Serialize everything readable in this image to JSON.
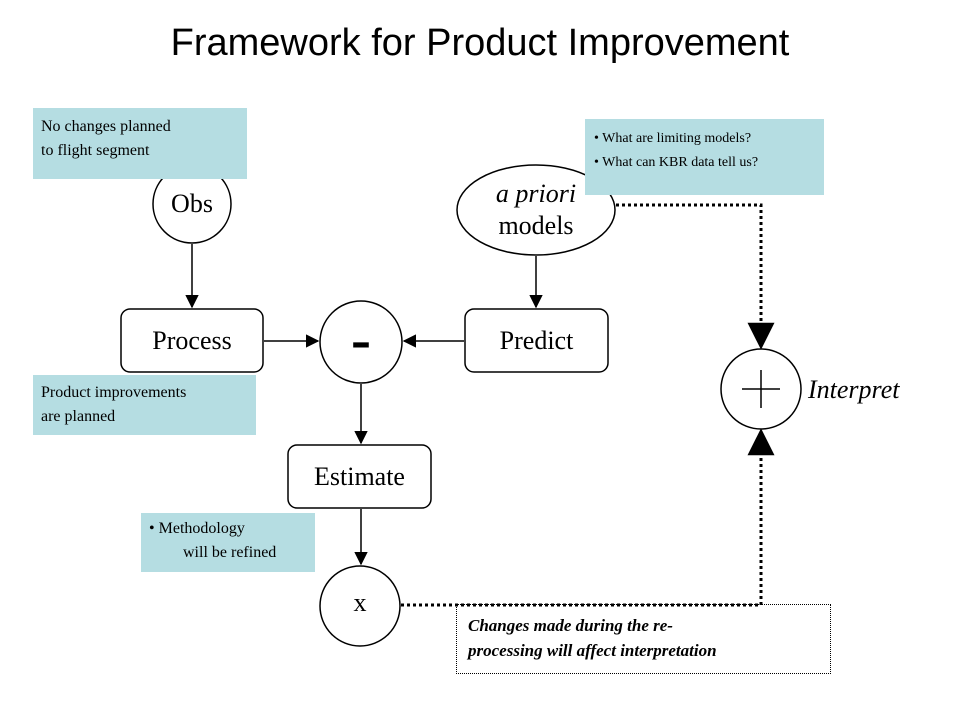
{
  "title": "Framework for Product Improvement",
  "nodes": {
    "obs": "Obs",
    "apriori": [
      "a priori",
      "models"
    ],
    "process": "Process",
    "minus": "-",
    "predict": "Predict",
    "plus": "+",
    "interpret": "Interpret",
    "estimate": "Estimate",
    "x": "x"
  },
  "notes": {
    "obs_note": [
      "No changes planned",
      "to flight segment"
    ],
    "models_note": [
      "What are limiting models?",
      "What can KBR data tell us?"
    ],
    "process_note": [
      "Product improvements",
      "are planned"
    ],
    "method_note": [
      "Methodology",
      "will be refined"
    ],
    "changes_note": [
      "Changes made during the re-",
      "processing will affect interpretation"
    ]
  },
  "colors": {
    "note_fill": "#b5dde2",
    "stroke": "#000000"
  }
}
